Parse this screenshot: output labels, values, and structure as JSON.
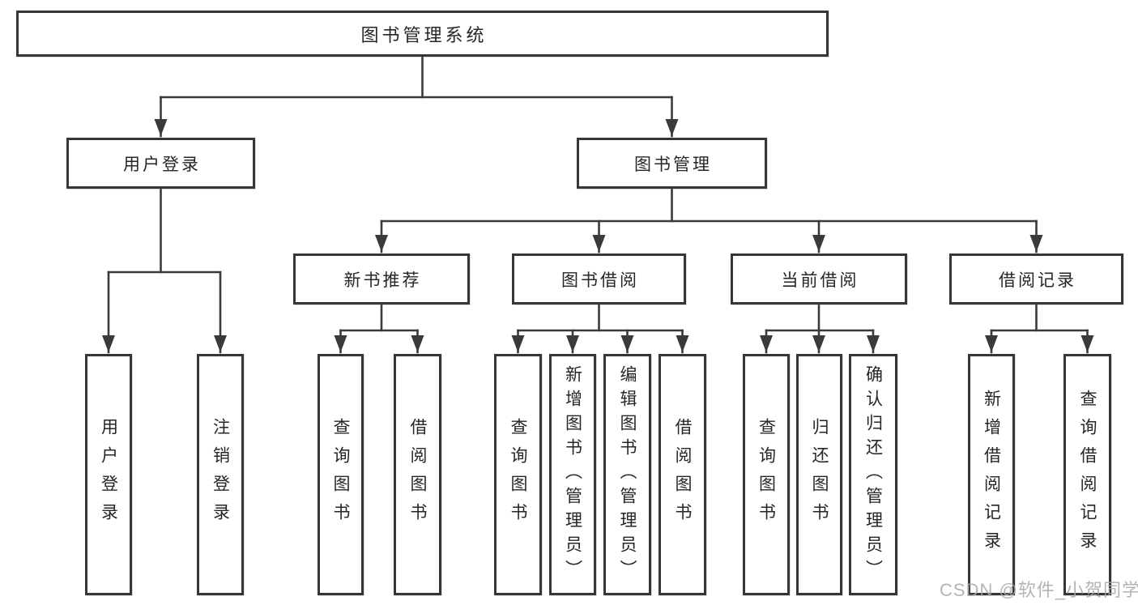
{
  "diagram": {
    "root": {
      "label": "图书管理系统"
    },
    "level1": [
      {
        "id": "user-login",
        "label": "用户登录"
      },
      {
        "id": "book-management",
        "label": "图书管理"
      }
    ],
    "level2": [
      {
        "id": "new-book-recommend",
        "label": "新书推荐"
      },
      {
        "id": "book-borrowing",
        "label": "图书借阅"
      },
      {
        "id": "current-borrowing",
        "label": "当前借阅"
      },
      {
        "id": "borrowing-records",
        "label": "借阅记录"
      }
    ],
    "leaves": [
      {
        "id": "user-login-action",
        "label": "用户登录"
      },
      {
        "id": "logout",
        "label": "注销登录"
      },
      {
        "id": "query-books-recommend",
        "label": "查询图书"
      },
      {
        "id": "borrow-books-recommend",
        "label": "借阅图书"
      },
      {
        "id": "query-books-borrowing",
        "label": "查询图书"
      },
      {
        "id": "add-books-admin",
        "label": "新增图书（管理员）"
      },
      {
        "id": "edit-books-admin",
        "label": "编辑图书（管理员）"
      },
      {
        "id": "borrow-books-borrowing",
        "label": "借阅图书"
      },
      {
        "id": "query-books-current",
        "label": "查询图书"
      },
      {
        "id": "return-books",
        "label": "归还图书"
      },
      {
        "id": "confirm-return-admin",
        "label": "确认归还（管理员）"
      },
      {
        "id": "add-borrow-record",
        "label": "新增借阅记录"
      },
      {
        "id": "query-borrow-record",
        "label": "查询借阅记录"
      }
    ]
  },
  "watermark": {
    "text": "CSDN @软件_小贺同学"
  },
  "colors": {
    "background": "#ffffff",
    "line": "#3a3a3a",
    "box_border": "#363636",
    "text": "#262626",
    "watermark": "#a8a8a8"
  }
}
